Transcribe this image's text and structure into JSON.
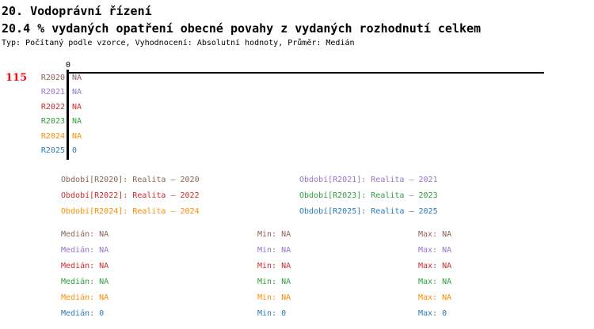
{
  "header": {
    "title_line1": "20. Vodoprávní řízení",
    "title_line2": "20.4 % vydaných opatření obecné povahy z vydaných rozhodnutí celkem",
    "subtitle": "Typ: Počítaný podle vzorce, Vyhodnocení: Absolutní hodnoty, Průměr: Medián"
  },
  "colors": {
    "r2020": "#8d6158",
    "r2021": "#9575cd",
    "r2022": "#cc2a2a",
    "r2023": "#2f9e3e",
    "r2024": "#ff8c00",
    "r2025": "#2b7bb9",
    "count_red": "#ee1111",
    "axis_black": "#000000"
  },
  "chart": {
    "count_label": "115",
    "axis_zero_label": "0",
    "rows": [
      {
        "label": "R2020",
        "value": "NA",
        "color": "#8d6158"
      },
      {
        "label": "R2021",
        "value": "NA",
        "color": "#9575cd"
      },
      {
        "label": "R2022",
        "value": "NA",
        "color": "#cc2a2a"
      },
      {
        "label": "R2023",
        "value": "NA",
        "color": "#2f9e3e"
      },
      {
        "label": "R2024",
        "value": "NA",
        "color": "#ff8c00"
      },
      {
        "label": "R2025",
        "value": "0",
        "color": "#2b7bb9"
      }
    ]
  },
  "legend": {
    "items": [
      {
        "text": "Období[R2020]: Realita – 2020",
        "color": "#8d6158"
      },
      {
        "text": "Období[R2021]: Realita – 2021",
        "color": "#9575cd"
      },
      {
        "text": "Období[R2022]: Realita – 2022",
        "color": "#cc2a2a"
      },
      {
        "text": "Období[R2023]: Realita – 2023",
        "color": "#2f9e3e"
      },
      {
        "text": "Období[R2024]: Realita – 2024",
        "color": "#ff8c00"
      },
      {
        "text": "Období[R2025]: Realita – 2025",
        "color": "#2b7bb9"
      }
    ]
  },
  "stats": {
    "rows": [
      {
        "median": "Medián: NA",
        "min": "Min: NA",
        "max": "Max: NA",
        "color": "#8d6158"
      },
      {
        "median": "Medián: NA",
        "min": "Min: NA",
        "max": "Max: NA",
        "color": "#9575cd"
      },
      {
        "median": "Medián: NA",
        "min": "Min: NA",
        "max": "Max: NA",
        "color": "#cc2a2a"
      },
      {
        "median": "Medián: NA",
        "min": "Min: NA",
        "max": "Max: NA",
        "color": "#2f9e3e"
      },
      {
        "median": "Medián: NA",
        "min": "Min: NA",
        "max": "Max: NA",
        "color": "#ff8c00"
      },
      {
        "median": "Medián: 0",
        "min": "Min: 0",
        "max": "Max: 0",
        "color": "#2b7bb9"
      }
    ]
  },
  "chart_data": {
    "type": "bar",
    "orientation": "horizontal",
    "title": "20.4 % vydaných opatření obecné povahy z vydaných rozhodnutí celkem",
    "subtitle": "Typ: Počítaný podle vzorce, Vyhodnocení: Absolutní hodnoty, Průměr: Medián",
    "categories": [
      "R2020",
      "R2021",
      "R2022",
      "R2023",
      "R2024",
      "R2025"
    ],
    "values": [
      null,
      null,
      null,
      null,
      null,
      0
    ],
    "value_labels": [
      "NA",
      "NA",
      "NA",
      "NA",
      "NA",
      "0"
    ],
    "series_colors": [
      "#8d6158",
      "#9575cd",
      "#cc2a2a",
      "#2f9e3e",
      "#ff8c00",
      "#2b7bb9"
    ],
    "x_axis_ticks": [
      "0"
    ],
    "xlabel": "",
    "ylabel": "",
    "grid": false,
    "left_annotation": "115",
    "legend_entries": [
      "Období[R2020]: Realita – 2020",
      "Období[R2021]: Realita – 2021",
      "Období[R2022]: Realita – 2022",
      "Období[R2023]: Realita – 2023",
      "Období[R2024]: Realita – 2024",
      "Období[R2025]: Realita – 2025"
    ],
    "summary_stats": [
      {
        "period": "R2020",
        "median": "NA",
        "min": "NA",
        "max": "NA"
      },
      {
        "period": "R2021",
        "median": "NA",
        "min": "NA",
        "max": "NA"
      },
      {
        "period": "R2022",
        "median": "NA",
        "min": "NA",
        "max": "NA"
      },
      {
        "period": "R2023",
        "median": "NA",
        "min": "NA",
        "max": "NA"
      },
      {
        "period": "R2024",
        "median": "NA",
        "min": "NA",
        "max": "NA"
      },
      {
        "period": "R2025",
        "median": "0",
        "min": "0",
        "max": "0"
      }
    ]
  }
}
